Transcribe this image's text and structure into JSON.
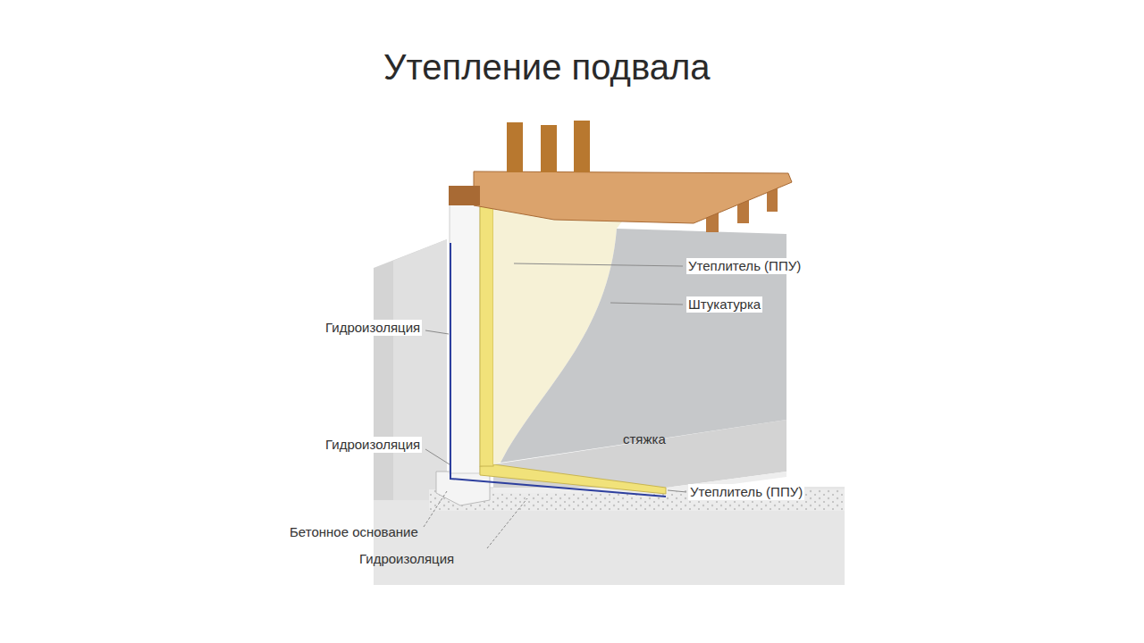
{
  "diagram": {
    "title": "Утепление подвала",
    "labels": [
      "Утеплитель (ППУ)",
      "Штукатурка",
      "Гидроизоляция",
      "Гидроизоляция",
      "стяжка",
      "Утеплитель (ППУ)",
      "Бетонное основание",
      "Гидроизоляция"
    ]
  }
}
